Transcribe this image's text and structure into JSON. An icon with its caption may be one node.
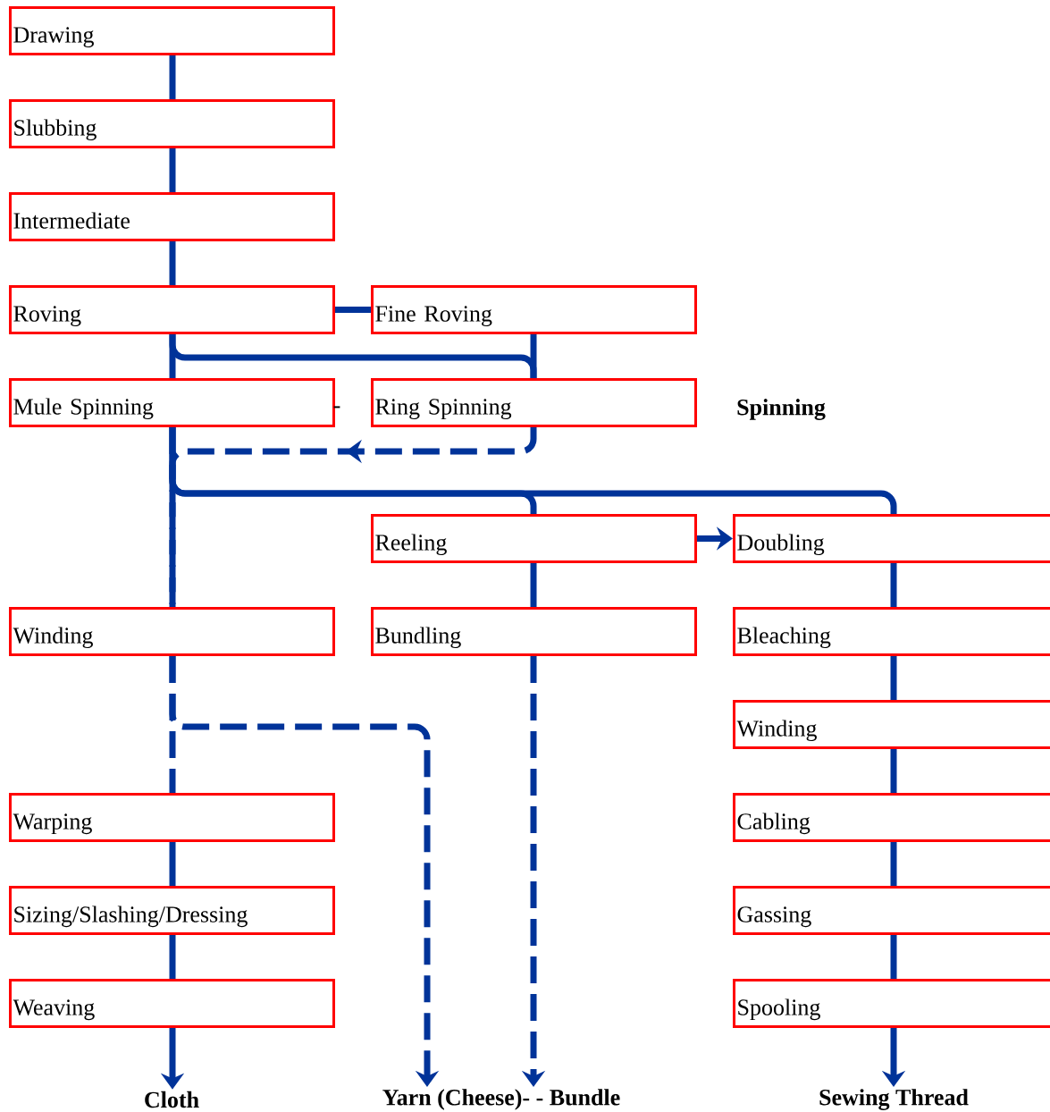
{
  "diagram": {
    "nodes": [
      {
        "text": [
          "Drawing"
        ]
      },
      {
        "text": [
          "Slubbing"
        ]
      },
      {
        "text": [
          "Intermediate"
        ]
      },
      {
        "text": [
          "Roving"
        ]
      },
      {
        "text": [
          "Fine Roving"
        ]
      },
      {
        "text": [
          "Mule Spinning"
        ]
      },
      {
        "text": [
          "Ring Spinning"
        ]
      },
      {
        "text": [
          "Reeling"
        ]
      },
      {
        "text": [
          "Doubling"
        ]
      },
      {
        "text": [
          "Winding"
        ]
      },
      {
        "text": [
          "Bundling"
        ]
      },
      {
        "text": [
          "Bleaching"
        ]
      },
      {
        "text": [
          "Winding"
        ]
      },
      {
        "text": [
          "Warping"
        ]
      },
      {
        "text": [
          "Cabling"
        ]
      },
      {
        "text": [
          "Sizing/Slashing/Dressing"
        ]
      },
      {
        "text": [
          "Gassing"
        ]
      },
      {
        "text": [
          "Weaving"
        ]
      },
      {
        "text": [
          "Spooling"
        ]
      },
      {
        "text": [
          "Cloth"
        ]
      },
      {
        "text": [
          "Yarn (Cheese)- - Bundle"
        ]
      },
      {
        "text": [
          "Sewing Thread"
        ]
      }
    ],
    "edges": [
      {
        "from": 0,
        "to": 1,
        "arrow": "none"
      },
      {
        "from": 1,
        "to": 2,
        "arrow": "none"
      },
      {
        "from": 2,
        "to": 3,
        "arrow": "none"
      },
      {
        "from": 3,
        "to": 4,
        "arrow": "none"
      },
      {
        "from": 3,
        "to": 5,
        "arrow": "none"
      },
      {
        "from": 3,
        "to": 6,
        "arrow": "none"
      },
      {
        "from": 4,
        "to": 6,
        "arrow": "none"
      },
      {
        "from": 5,
        "to": 9,
        "arrow": "none",
        "style": "dashed"
      },
      {
        "from": 6,
        "to": 9,
        "arrow": "to",
        "style": "dashed"
      },
      {
        "from": 5,
        "to": 7,
        "arrow": "none"
      },
      {
        "from": 5,
        "to": 8,
        "arrow": "none"
      },
      {
        "from": 7,
        "to": 8,
        "arrow": "to"
      },
      {
        "from": 7,
        "to": 10,
        "arrow": "none"
      },
      {
        "from": 10,
        "to": 20,
        "arrow": "to",
        "style": "dashed"
      },
      {
        "from": 9,
        "to": 13,
        "arrow": "none",
        "style": "dashed"
      },
      {
        "from": 9,
        "to": 20,
        "arrow": "to",
        "style": "dashed"
      },
      {
        "from": 13,
        "to": 15,
        "arrow": "none"
      },
      {
        "from": 15,
        "to": 17,
        "arrow": "none"
      },
      {
        "from": 17,
        "to": 19,
        "arrow": "to"
      },
      {
        "from": 8,
        "to": 11,
        "arrow": "none"
      },
      {
        "from": 11,
        "to": 12,
        "arrow": "none"
      },
      {
        "from": 12,
        "to": 14,
        "arrow": "none"
      },
      {
        "from": 14,
        "to": 16,
        "arrow": "none"
      },
      {
        "from": 16,
        "to": 18,
        "arrow": "none"
      },
      {
        "from": 18,
        "to": 21,
        "arrow": "to"
      }
    ],
    "labels": [
      "-",
      "Spinning"
    ]
  }
}
